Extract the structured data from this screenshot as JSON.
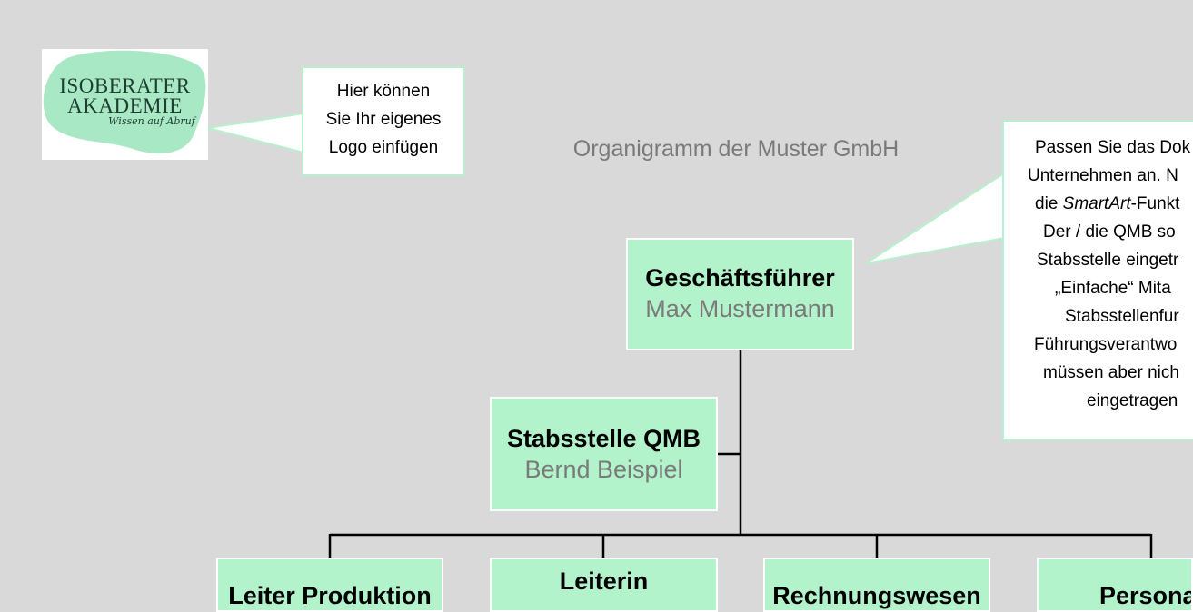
{
  "logo": {
    "line1": "ISOBERATER",
    "line2": "AKADEMIE",
    "tagline": "Wissen auf Abruf",
    "blob_color": "#a8e8c4"
  },
  "logo_callout": {
    "lines": [
      "Hier können",
      "Sie Ihr eigenes",
      "Logo einfügen"
    ]
  },
  "title": "Organigramm der Muster GmbH",
  "smartart_callout": {
    "line1": "Passen Sie das Dok",
    "line2": "Unternehmen an. N",
    "line3_pre": "die ",
    "line3_em": "SmartArt",
    "line3_post": "-Funkt",
    "line4": "Der / die QMB so",
    "line5": "Stabsstelle eingetr",
    "line6": "„Einfache“ Mita",
    "line7": "Stabsstellenfur",
    "line8": "Führungsverantwo",
    "line9": "müssen aber nich",
    "line10": "eingetragen"
  },
  "org": {
    "ceo": {
      "role": "Geschäftsführer",
      "person": "Max Mustermann"
    },
    "staff": {
      "role": "Stabsstelle QMB",
      "person": "Bernd Beispiel"
    },
    "depts": [
      {
        "role": "Leiter Produktion"
      },
      {
        "role": "Leiterin"
      },
      {
        "role": "Rechnungswesen"
      },
      {
        "role": "Persona"
      }
    ]
  },
  "colors": {
    "background": "#d9d9d9",
    "node_fill": "#b3f3cb",
    "callout_border": "#b7f0cc",
    "muted_text": "#7a7a7a"
  }
}
